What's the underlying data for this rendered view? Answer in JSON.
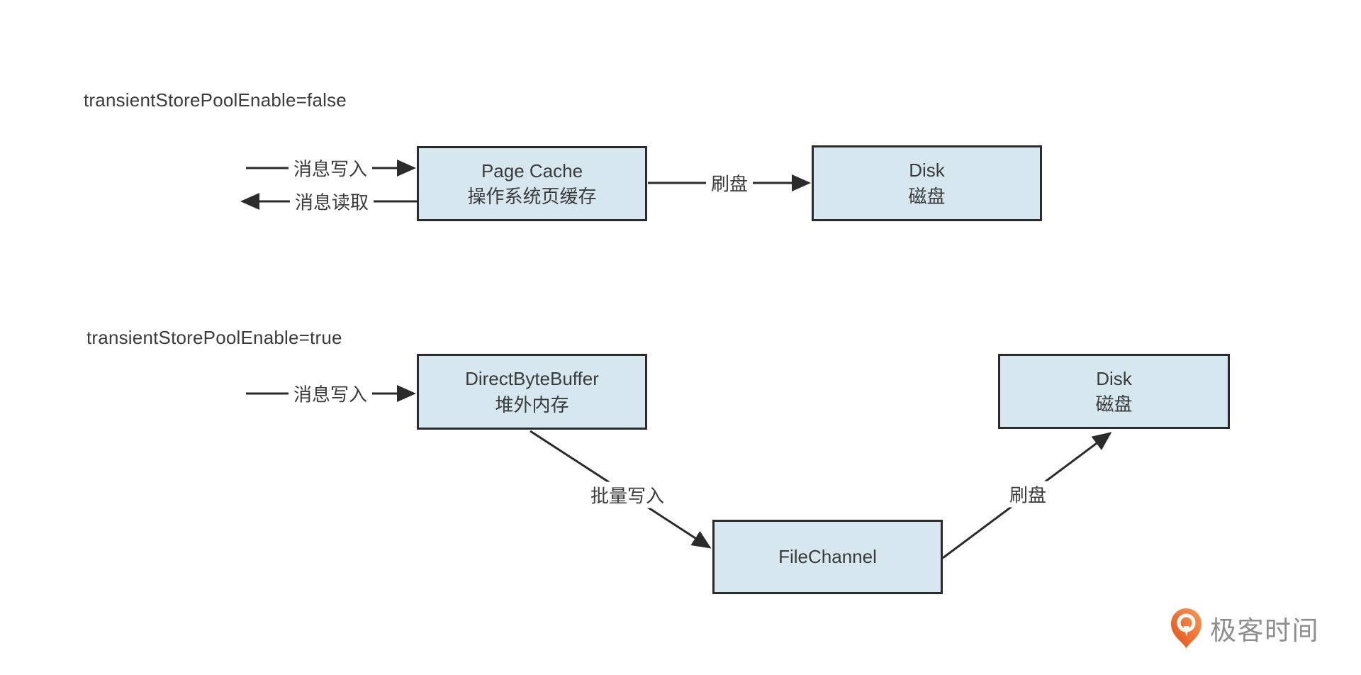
{
  "diagram": {
    "scenarios": [
      {
        "title": "transientStorePoolEnable=false"
      },
      {
        "title": "transientStorePoolEnable=true"
      }
    ],
    "nodes": [
      {
        "id": "page-cache",
        "title": "Page Cache",
        "subtitle": "操作系统页缓存"
      },
      {
        "id": "disk-1",
        "title": "Disk",
        "subtitle": "磁盘"
      },
      {
        "id": "direct-byte-buffer",
        "title": "DirectByteBuffer",
        "subtitle": "堆外内存"
      },
      {
        "id": "disk-2",
        "title": "Disk",
        "subtitle": "磁盘"
      },
      {
        "id": "file-channel",
        "title": "FileChannel",
        "subtitle": ""
      }
    ],
    "edges": [
      {
        "id": "message-write-1",
        "label": "消息写入",
        "from": "external",
        "to": "page-cache",
        "direction": "right"
      },
      {
        "id": "message-read-1",
        "label": "消息读取",
        "from": "page-cache",
        "to": "external",
        "direction": "left"
      },
      {
        "id": "flush-1",
        "label": "刷盘",
        "from": "page-cache",
        "to": "disk-1",
        "direction": "right"
      },
      {
        "id": "message-write-2",
        "label": "消息写入",
        "from": "external",
        "to": "direct-byte-buffer",
        "direction": "right"
      },
      {
        "id": "batch-write",
        "label": "批量写入",
        "from": "direct-byte-buffer",
        "to": "file-channel",
        "direction": "down-right"
      },
      {
        "id": "flush-2",
        "label": "刷盘",
        "from": "file-channel",
        "to": "disk-2",
        "direction": "up-right"
      }
    ]
  },
  "colors": {
    "background": "#ffffff",
    "node_fill": "#d6e7f0",
    "node_border": "#2b2b2b",
    "line": "#2b2b2b",
    "text": "#3b3b3b",
    "logo_orange": "#ed6a21",
    "logo_text_gray": "#8e8e8e"
  },
  "logo": {
    "text": "极客时间"
  }
}
